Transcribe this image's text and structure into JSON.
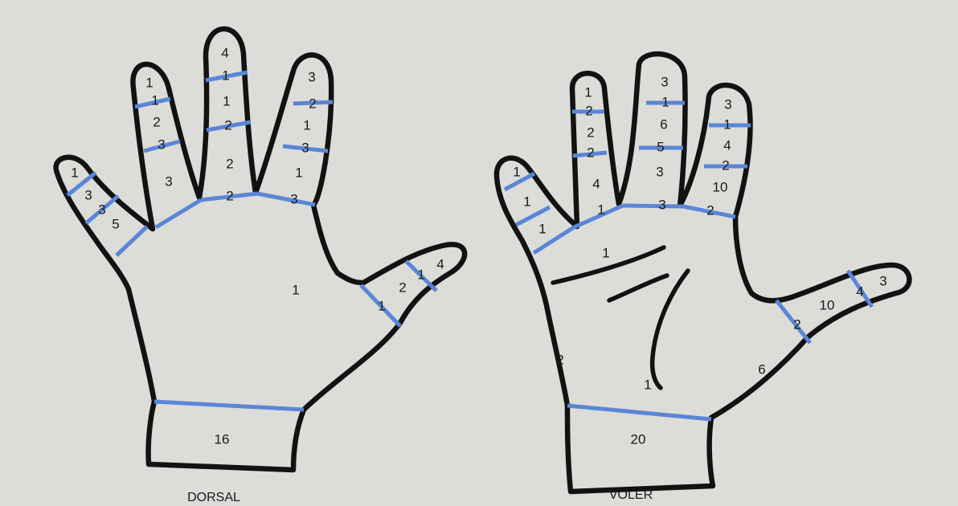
{
  "dorsal": {
    "caption": "DORSAL",
    "pinky": [
      "1",
      "3",
      "3",
      "5"
    ],
    "ring": [
      "1",
      "1",
      "2",
      "3",
      "3"
    ],
    "middle": [
      "4",
      "1",
      "1",
      "2",
      "2",
      "2"
    ],
    "index": [
      "3",
      "2",
      "1",
      "3",
      "1",
      "3"
    ],
    "thumb": [
      "4",
      "1",
      "2",
      "1"
    ],
    "back": "1",
    "wrist": "16"
  },
  "voler": {
    "caption": "VOLER",
    "pinky": [
      "1",
      "1",
      "1"
    ],
    "ring": [
      "1",
      "2",
      "2",
      "2",
      "4",
      "1"
    ],
    "middle": [
      "3",
      "1",
      "6",
      "5",
      "3",
      "3"
    ],
    "index": [
      "3",
      "1",
      "4",
      "2",
      "10",
      "2"
    ],
    "thumb": [
      "3",
      "4",
      "10",
      "2"
    ],
    "palm_upper": "1",
    "palm_lower": "1",
    "ulnar_edge": "2",
    "thenar": "6",
    "wrist": "20"
  },
  "colors": {
    "background": "#dcdcd9",
    "outline": "#121212",
    "segment_line": "#5b86d6"
  }
}
